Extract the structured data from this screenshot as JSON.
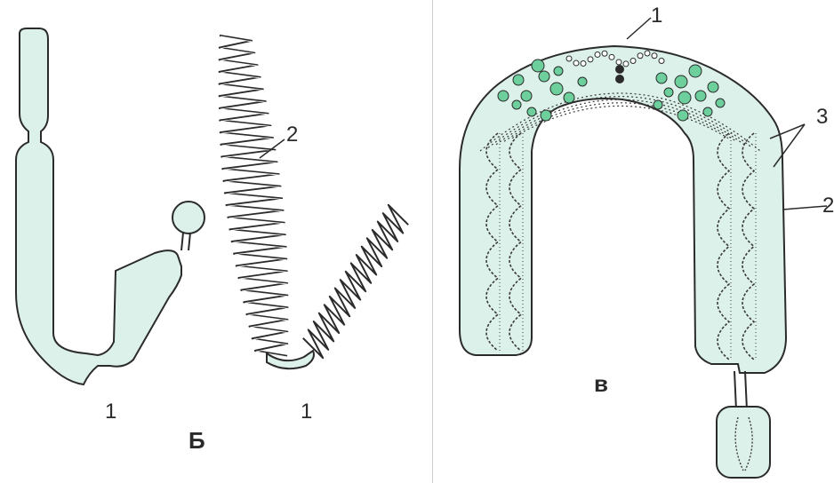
{
  "panel_b": {
    "letter": "Б",
    "label_left_chromosome": "1",
    "label_right_chromosome": "1",
    "label_spiral": "2"
  },
  "panel_v": {
    "letter": "в",
    "label_top": "1",
    "label_right_top": "3",
    "label_right_mid": "2"
  },
  "colors": {
    "fill": "#dcf1ea",
    "outline": "#2b2b2b",
    "bead": "#6ccf9c",
    "chromatin": "#3a3a3a"
  }
}
